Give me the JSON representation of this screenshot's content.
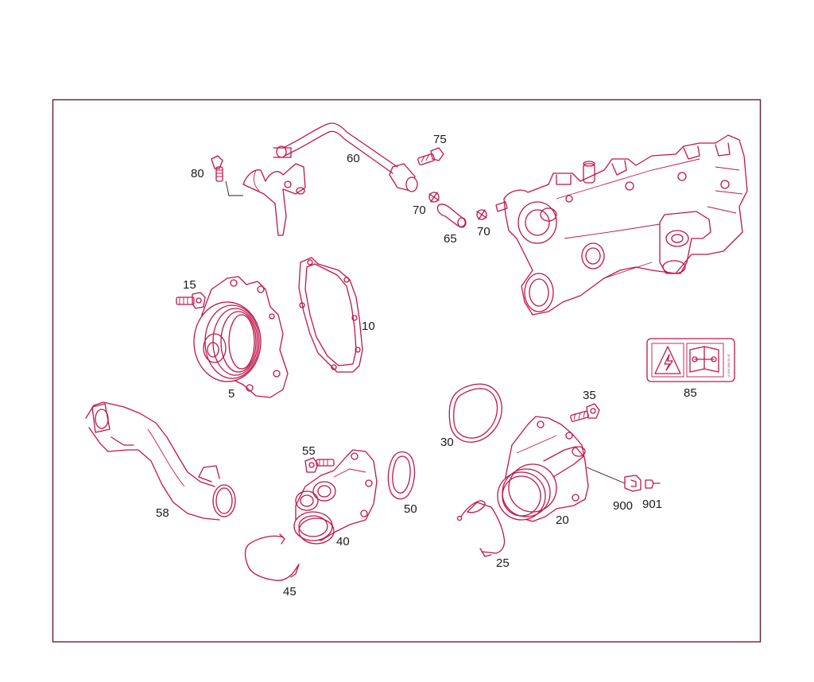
{
  "labels": {
    "p5": "5",
    "p10": "10",
    "p15": "15",
    "p20": "20",
    "p25": "25",
    "p30": "30",
    "p35": "35",
    "p40": "40",
    "p45": "45",
    "p50": "50",
    "p55": "55",
    "p58": "58",
    "p60": "60",
    "p65": "65",
    "p70a": "70",
    "p70b": "70",
    "p75": "75",
    "p80": "80",
    "p85": "85",
    "p900": "900",
    "p901": "901"
  },
  "warning_label_code": "A 654 584 00 47",
  "colors": {
    "line": "#c0154a",
    "frame": "#6b1a2f",
    "text": "#1a1a1a"
  }
}
